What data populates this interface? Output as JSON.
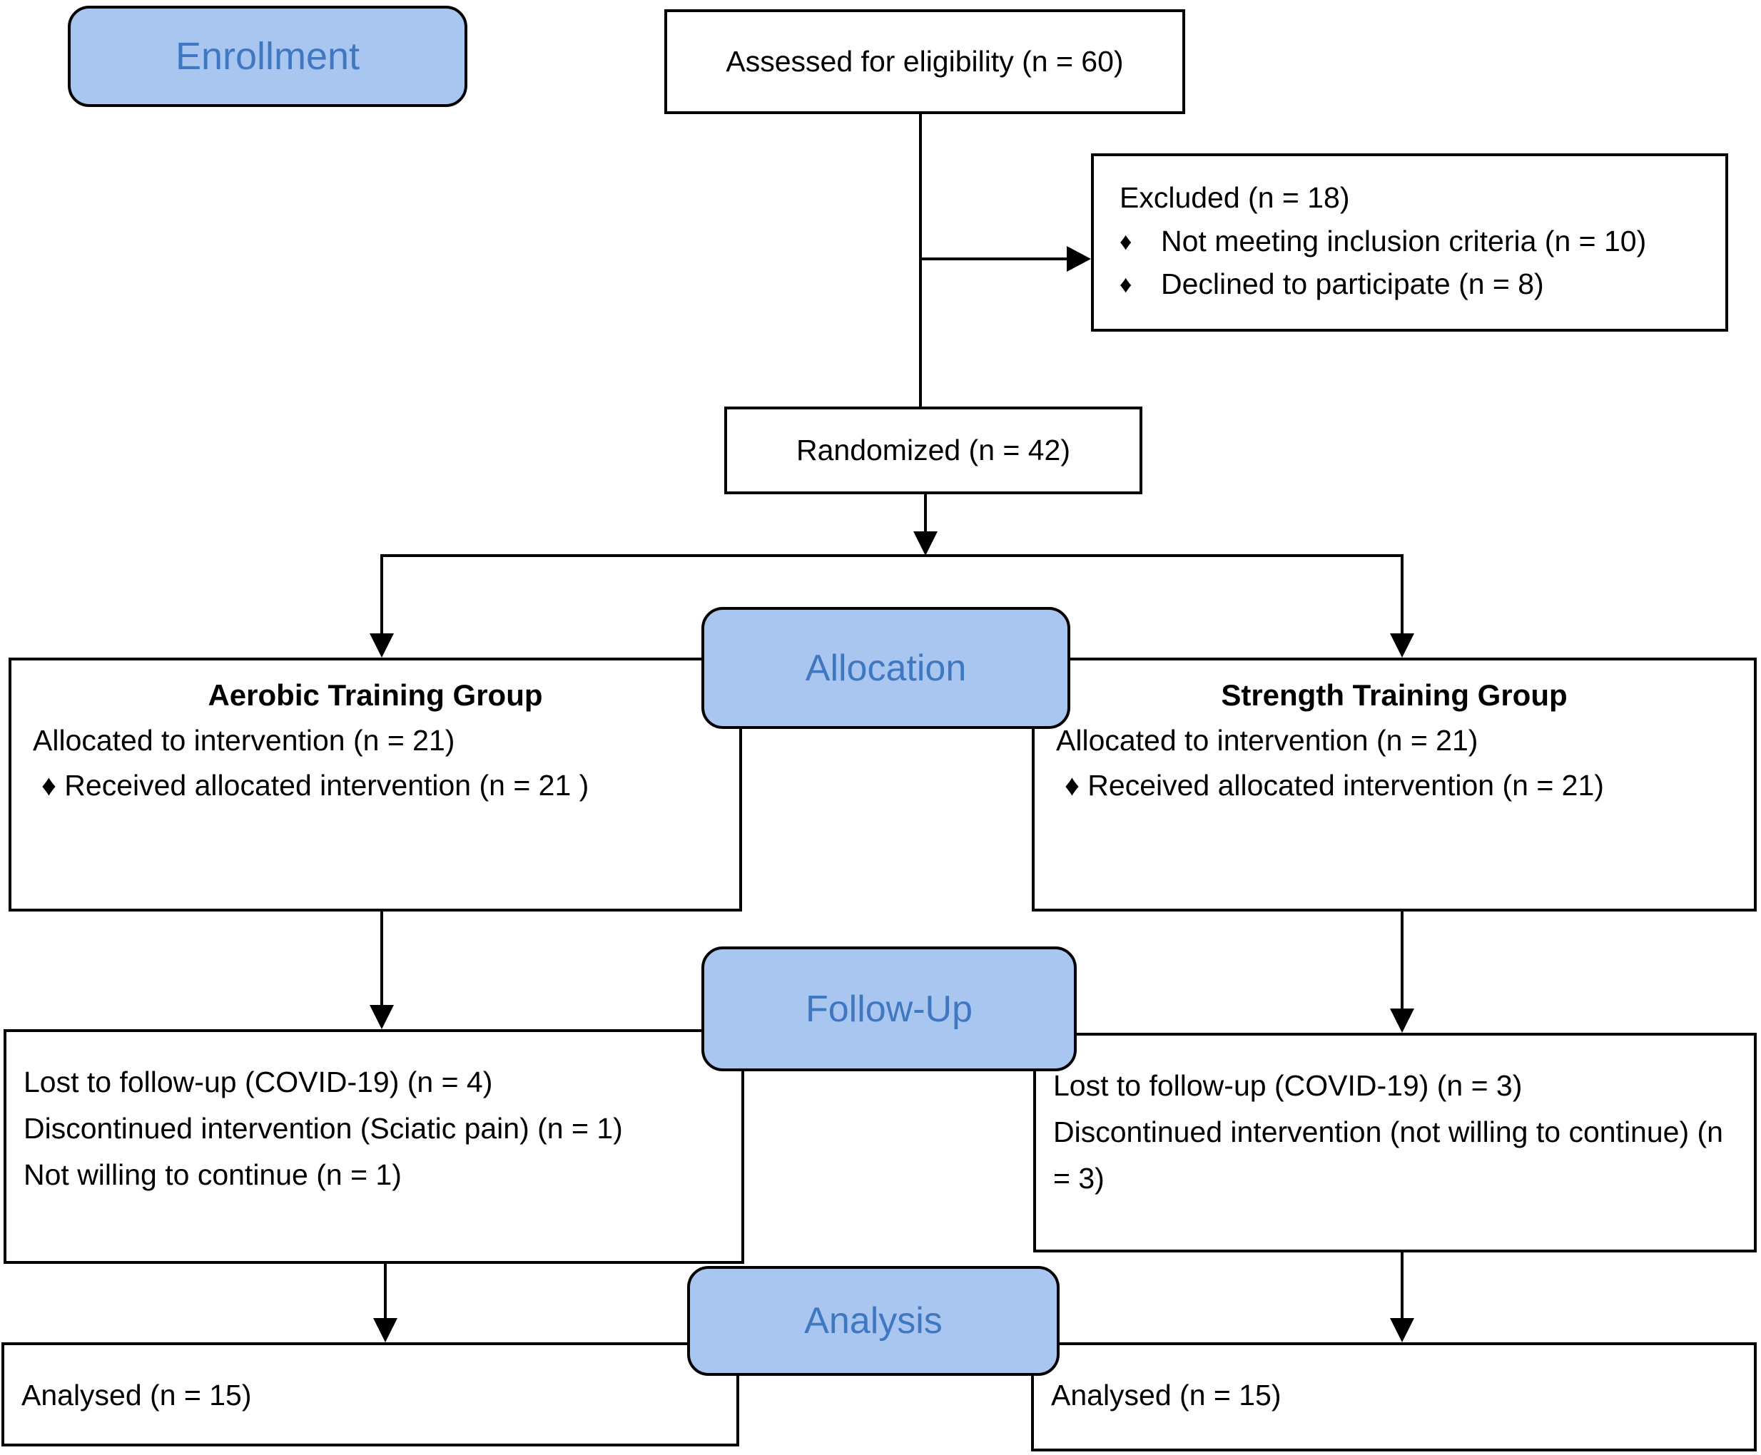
{
  "stages": {
    "enrollment": "Enrollment",
    "allocation": "Allocation",
    "follow_up": "Follow-Up",
    "analysis": "Analysis"
  },
  "boxes": {
    "assessed": {
      "text": "Assessed for eligibility (n = 60)"
    },
    "excluded": {
      "title": "Excluded (n = 18)",
      "bullet": "♦",
      "items": [
        "Not meeting inclusion criteria (n = 10)",
        "Declined to participate (n = 8)"
      ]
    },
    "randomized": {
      "text": "Randomized (n = 42)"
    },
    "aerobic_group": {
      "title": "Aerobic Training Group",
      "allocated": "Allocated to intervention (n = 21)",
      "received": "♦ Received allocated intervention (n = 21 )"
    },
    "strength_group": {
      "title": "Strength Training Group",
      "allocated": "Allocated to intervention (n = 21)",
      "received": "♦ Received allocated intervention (n = 21)"
    },
    "followup_aerobic": {
      "lines": [
        "Lost to follow-up (COVID-19) (n = 4)",
        "Discontinued intervention (Sciatic pain) (n = 1)",
        "Not willing to continue (n = 1)"
      ]
    },
    "followup_strength": {
      "lines": [
        "Lost to follow-up (COVID-19) (n = 3)",
        "Discontinued intervention (not willing to continue) (n = 3)"
      ]
    },
    "analysed_aerobic": {
      "text": "Analysed (n = 15)"
    },
    "analysed_strength": {
      "text": "Analysed (n = 15)"
    }
  },
  "colors": {
    "stage_fill": "#a9c6f1",
    "stage_text": "#3f78c0",
    "border": "#000000"
  }
}
